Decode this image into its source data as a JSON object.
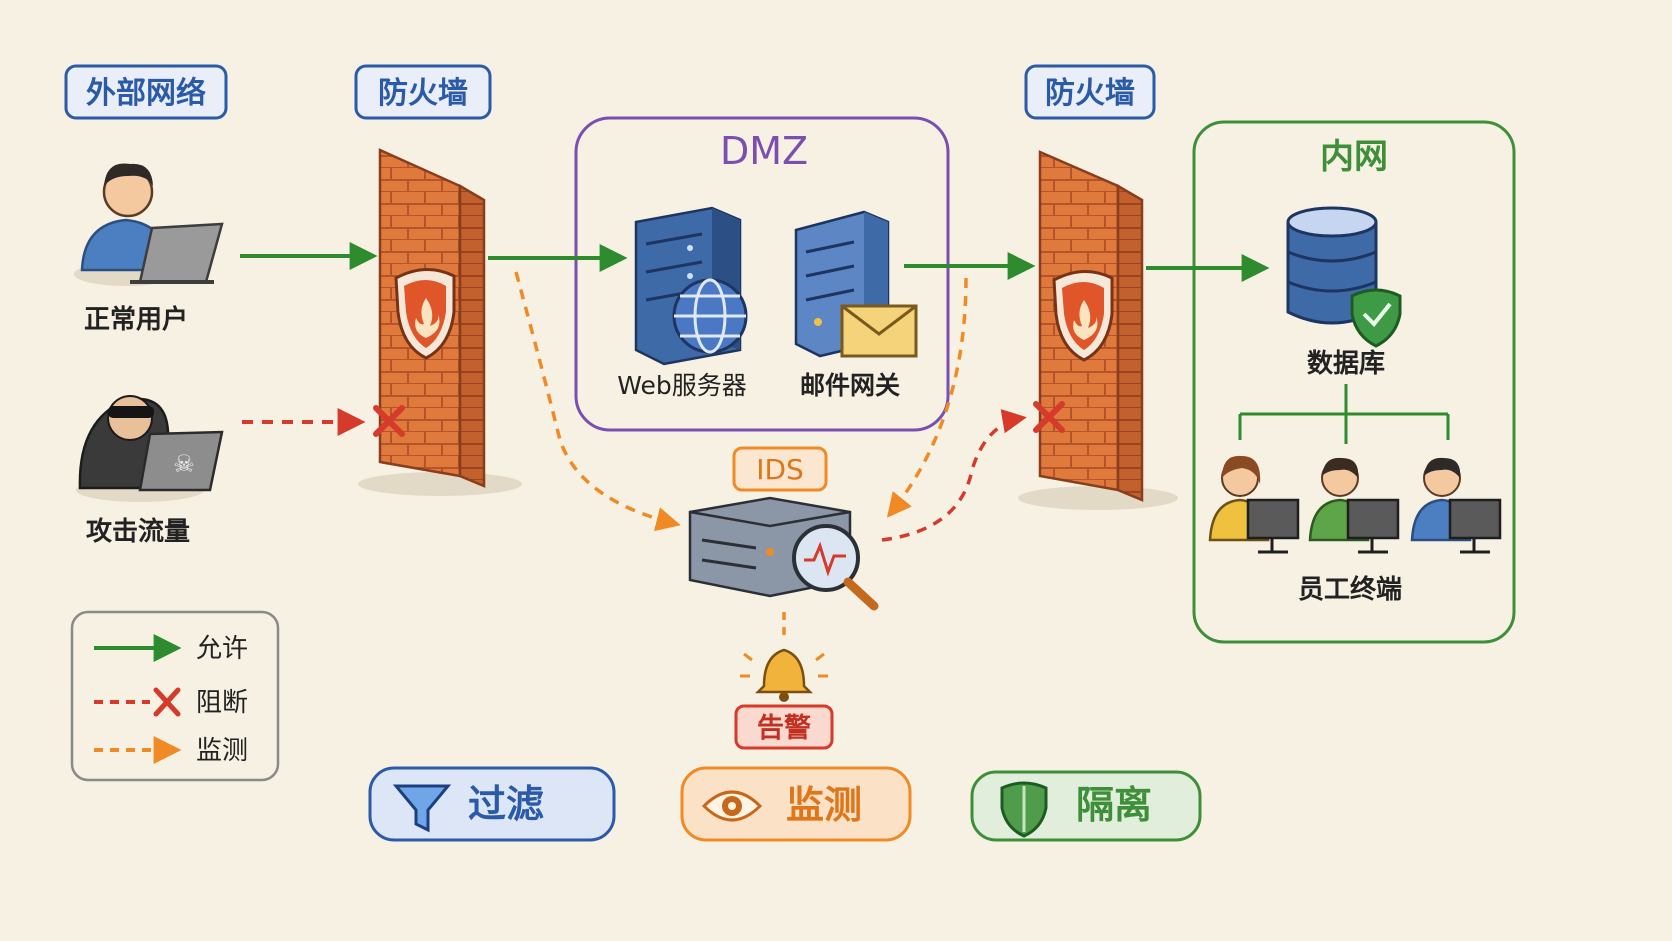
{
  "zones": {
    "external": "外部网络",
    "firewall_left": "防火墙",
    "firewall_right": "防火墙",
    "dmz": "DMZ",
    "intranet": "内网"
  },
  "nodes": {
    "normal_user": "正常用户",
    "attack_traffic": "攻击流量",
    "web_server": "Web服务器",
    "mail_gateway": "邮件网关",
    "ids": "IDS",
    "alert": "告警",
    "database": "数据库",
    "employee_terminals": "员工终端"
  },
  "legend": {
    "allow": "允许",
    "block": "阻断",
    "monitor": "监测"
  },
  "badges": {
    "filter": "过滤",
    "monitor": "监测",
    "isolate": "隔离"
  },
  "colors": {
    "allow": "#2e8b2e",
    "block": "#d63a2a",
    "monitor": "#f08a24",
    "blue": "#2a5aa8",
    "purple": "#7a4fb0",
    "green": "#3f8f3a",
    "brick": "#d9692e",
    "background": "#f7f1e3"
  }
}
